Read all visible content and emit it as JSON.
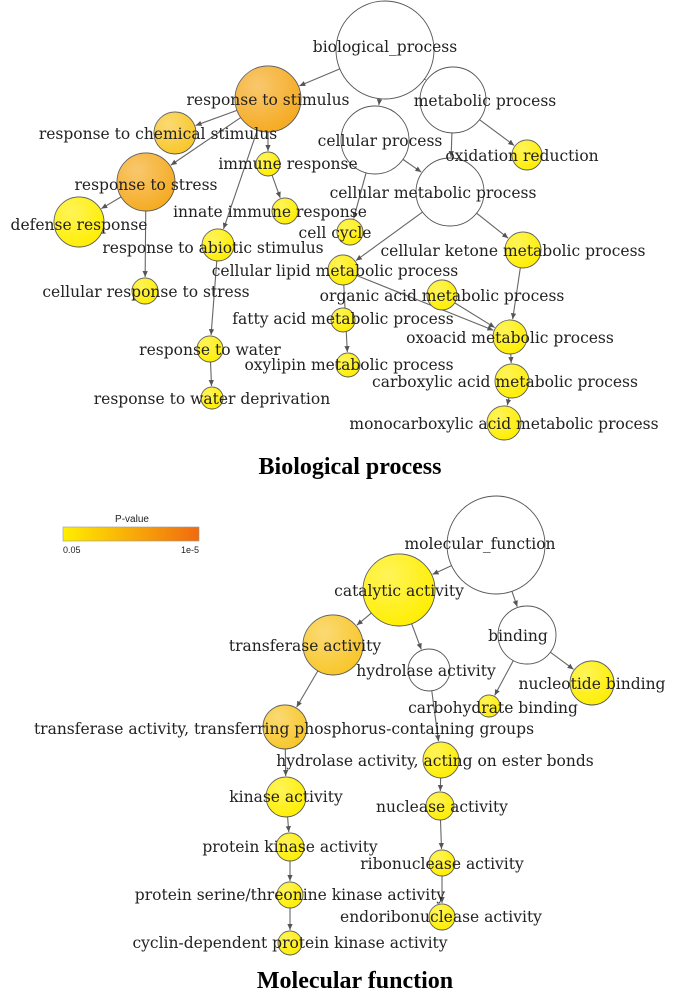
{
  "colors": {
    "white": "#ffffff",
    "yellow": "#ffee00",
    "gold": "#f8c628",
    "orange": "#f5aa20",
    "legend_low": "#ffee00",
    "legend_high": "#f06a10"
  },
  "legend": {
    "title": "P-value",
    "low_label": "0.05",
    "high_label": "1e-5"
  },
  "bp_panel": {
    "title": "Biological process",
    "nodes": [
      {
        "id": "biological_process",
        "label": "biological_process",
        "color": "white"
      },
      {
        "id": "response_to_stimulus",
        "label": "response to stimulus",
        "color": "orange"
      },
      {
        "id": "metabolic_process",
        "label": "metabolic process",
        "color": "white"
      },
      {
        "id": "response_to_chemical_stimulus",
        "label": "response to chemical stimulus",
        "color": "gold"
      },
      {
        "id": "cellular_process",
        "label": "cellular process",
        "color": "white"
      },
      {
        "id": "oxidation_reduction",
        "label": "oxidation reduction",
        "color": "yellow"
      },
      {
        "id": "immune_response",
        "label": "immune response",
        "color": "yellow"
      },
      {
        "id": "response_to_stress",
        "label": "response to stress",
        "color": "orange"
      },
      {
        "id": "cellular_metabolic_process",
        "label": "cellular metabolic process",
        "color": "white"
      },
      {
        "id": "defense_response",
        "label": "defense response",
        "color": "yellow"
      },
      {
        "id": "innate_immune_response",
        "label": "innate immune response",
        "color": "yellow"
      },
      {
        "id": "cell_cycle",
        "label": "cell cycle",
        "color": "yellow"
      },
      {
        "id": "response_to_abiotic_stimulus",
        "label": "response to abiotic stimulus",
        "color": "yellow"
      },
      {
        "id": "cellular_ketone_metabolic_process",
        "label": "cellular ketone metabolic process",
        "color": "yellow"
      },
      {
        "id": "cellular_lipid_metabolic_process",
        "label": "cellular lipid metabolic process",
        "color": "yellow"
      },
      {
        "id": "cellular_response_to_stress",
        "label": "cellular response to stress",
        "color": "yellow"
      },
      {
        "id": "organic_acid_metabolic_process",
        "label": "organic acid metabolic process",
        "color": "yellow"
      },
      {
        "id": "fatty_acid_metabolic_process",
        "label": "fatty acid metabolic process",
        "color": "yellow"
      },
      {
        "id": "oxoacid_metabolic_process",
        "label": "oxoacid metabolic process",
        "color": "yellow"
      },
      {
        "id": "response_to_water",
        "label": "response to water",
        "color": "yellow"
      },
      {
        "id": "oxylipin_metabolic_process",
        "label": "oxylipin metabolic process",
        "color": "yellow"
      },
      {
        "id": "carboxylic_acid_metabolic_process",
        "label": "carboxylic acid metabolic process",
        "color": "yellow"
      },
      {
        "id": "response_to_water_deprivation",
        "label": "response to water deprivation",
        "color": "yellow"
      },
      {
        "id": "monocarboxylic_acid_metabolic_process",
        "label": "monocarboxylic acid metabolic process",
        "color": "yellow"
      }
    ],
    "edges": [
      [
        "biological_process",
        "response_to_stimulus"
      ],
      [
        "biological_process",
        "cellular_process"
      ],
      [
        "biological_process",
        "metabolic_process"
      ],
      [
        "response_to_stimulus",
        "response_to_chemical_stimulus"
      ],
      [
        "response_to_stimulus",
        "response_to_stress"
      ],
      [
        "response_to_stimulus",
        "immune_response"
      ],
      [
        "response_to_stimulus",
        "response_to_abiotic_stimulus"
      ],
      [
        "metabolic_process",
        "oxidation_reduction"
      ],
      [
        "metabolic_process",
        "cellular_metabolic_process"
      ],
      [
        "cellular_process",
        "cellular_metabolic_process"
      ],
      [
        "cellular_process",
        "cell_cycle"
      ],
      [
        "response_to_stress",
        "defense_response"
      ],
      [
        "response_to_stress",
        "cellular_response_to_stress"
      ],
      [
        "immune_response",
        "innate_immune_response"
      ],
      [
        "response_to_abiotic_stimulus",
        "response_to_water"
      ],
      [
        "response_to_water",
        "response_to_water_deprivation"
      ],
      [
        "cellular_metabolic_process",
        "cellular_lipid_metabolic_process"
      ],
      [
        "cellular_metabolic_process",
        "cellular_ketone_metabolic_process"
      ],
      [
        "cellular_ketone_metabolic_process",
        "oxoacid_metabolic_process"
      ],
      [
        "cellular_lipid_metabolic_process",
        "oxylipin_metabolic_process"
      ],
      [
        "cellular_lipid_metabolic_process",
        "oxoacid_metabolic_process"
      ],
      [
        "organic_acid_metabolic_process",
        "oxoacid_metabolic_process"
      ],
      [
        "oxoacid_metabolic_process",
        "carboxylic_acid_metabolic_process"
      ],
      [
        "carboxylic_acid_metabolic_process",
        "monocarboxylic_acid_metabolic_process"
      ]
    ]
  },
  "mf_panel": {
    "title": "Molecular function",
    "nodes": [
      {
        "id": "molecular_function",
        "label": "molecular_function",
        "color": "white"
      },
      {
        "id": "catalytic_activity",
        "label": "catalytic activity",
        "color": "yellow"
      },
      {
        "id": "binding",
        "label": "binding",
        "color": "white"
      },
      {
        "id": "transferase_activity",
        "label": "transferase activity",
        "color": "gold"
      },
      {
        "id": "hydrolase_activity",
        "label": "hydrolase activity",
        "color": "white"
      },
      {
        "id": "nucleotide_binding",
        "label": "nucleotide binding",
        "color": "yellow"
      },
      {
        "id": "carbohydrate_binding",
        "label": "carbohydrate binding",
        "color": "yellow"
      },
      {
        "id": "transferase_phosphorus",
        "label": "transferase activity, transferring phosphorus-containing groups",
        "color": "gold"
      },
      {
        "id": "hydrolase_ester",
        "label": "hydrolase activity, acting on ester bonds",
        "color": "yellow"
      },
      {
        "id": "kinase_activity",
        "label": "kinase activity",
        "color": "yellow"
      },
      {
        "id": "nuclease_activity",
        "label": "nuclease activity",
        "color": "yellow"
      },
      {
        "id": "protein_kinase_activity",
        "label": "protein kinase activity",
        "color": "yellow"
      },
      {
        "id": "ribonuclease_activity",
        "label": "ribonuclease activity",
        "color": "yellow"
      },
      {
        "id": "protein_serine_threonine_kinase_activity",
        "label": "protein serine/threonine kinase activity",
        "color": "yellow"
      },
      {
        "id": "endoribonuclease_activity",
        "label": "endoribonuclease activity",
        "color": "yellow"
      },
      {
        "id": "cyclin_dependent_protein_kinase_activity",
        "label": "cyclin-dependent protein kinase activity",
        "color": "yellow"
      }
    ],
    "edges": [
      [
        "molecular_function",
        "catalytic_activity"
      ],
      [
        "molecular_function",
        "binding"
      ],
      [
        "catalytic_activity",
        "transferase_activity"
      ],
      [
        "catalytic_activity",
        "hydrolase_activity"
      ],
      [
        "binding",
        "nucleotide_binding"
      ],
      [
        "binding",
        "carbohydrate_binding"
      ],
      [
        "transferase_activity",
        "transferase_phosphorus"
      ],
      [
        "hydrolase_activity",
        "hydrolase_ester"
      ],
      [
        "transferase_phosphorus",
        "kinase_activity"
      ],
      [
        "hydrolase_ester",
        "nuclease_activity"
      ],
      [
        "kinase_activity",
        "protein_kinase_activity"
      ],
      [
        "nuclease_activity",
        "ribonuclease_activity"
      ],
      [
        "protein_kinase_activity",
        "protein_serine_threonine_kinase_activity"
      ],
      [
        "ribonuclease_activity",
        "endoribonuclease_activity"
      ],
      [
        "protein_serine_threonine_kinase_activity",
        "cyclin_dependent_protein_kinase_activity"
      ]
    ]
  }
}
